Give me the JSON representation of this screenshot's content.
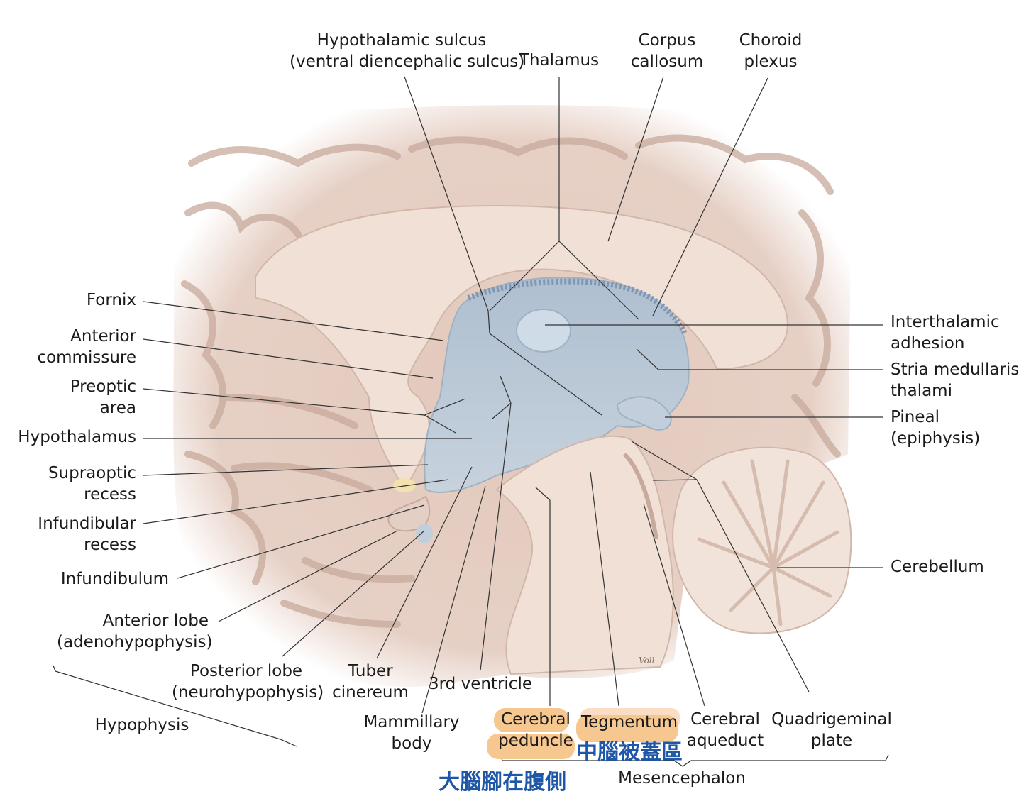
{
  "labels": {
    "hypothalamic_sulcus": [
      "Hypothalamic sulcus",
      "(ventral diencephalic sulcus)"
    ],
    "thalamus": [
      "Thalamus"
    ],
    "corpus_callosum": [
      "Corpus",
      "callosum"
    ],
    "choroid_plexus": [
      "Choroid",
      "plexus"
    ],
    "fornix": [
      "Fornix"
    ],
    "anterior_commissure": [
      "Anterior",
      "commissure"
    ],
    "preoptic_area": [
      "Preoptic",
      "area"
    ],
    "hypothalamus": [
      "Hypothalamus"
    ],
    "supraoptic_recess": [
      "Supraoptic",
      "recess"
    ],
    "infundibular_recess": [
      "Infundibular",
      "recess"
    ],
    "infundibulum": [
      "Infundibulum"
    ],
    "anterior_lobe": [
      "Anterior lobe",
      "(adenohypophysis)"
    ],
    "posterior_lobe": [
      "Posterior lobe",
      "(neurohypophysis)"
    ],
    "hypophysis": [
      "Hypophysis"
    ],
    "tuber_cinereum": [
      "Tuber",
      "cinereum"
    ],
    "mammillary_body": [
      "Mammillary",
      "body"
    ],
    "third_ventricle": [
      "3rd ventricle"
    ],
    "cerebral_peduncle": [
      "Cerebral",
      "peduncle"
    ],
    "tegmentum": [
      "Tegmentum"
    ],
    "cerebral_aqueduct": [
      "Cerebral",
      "aqueduct"
    ],
    "quadrigeminal_plate": [
      "Quadrigeminal",
      "plate"
    ],
    "mesencephalon": [
      "Mesencephalon"
    ],
    "interthalamic_adhesion": [
      "Interthalamic",
      "adhesion"
    ],
    "stria_medullaris": [
      "Stria medullaris",
      "thalami"
    ],
    "pineal": [
      "Pineal",
      "(epiphysis)"
    ],
    "cerebellum": [
      "Cerebellum"
    ]
  },
  "annotations": {
    "tegmentum_zh": "中腦被蓋區",
    "peduncle_zh": "大腦腳在腹側"
  },
  "signature": "Voll",
  "colors": {
    "brain_tissue": "#e9d4c9",
    "brain_fold": "#cdb1a4",
    "ventricle": "#bcc9d6",
    "highlight": "#f6c78f",
    "annotation_text": "#1f57a8"
  }
}
